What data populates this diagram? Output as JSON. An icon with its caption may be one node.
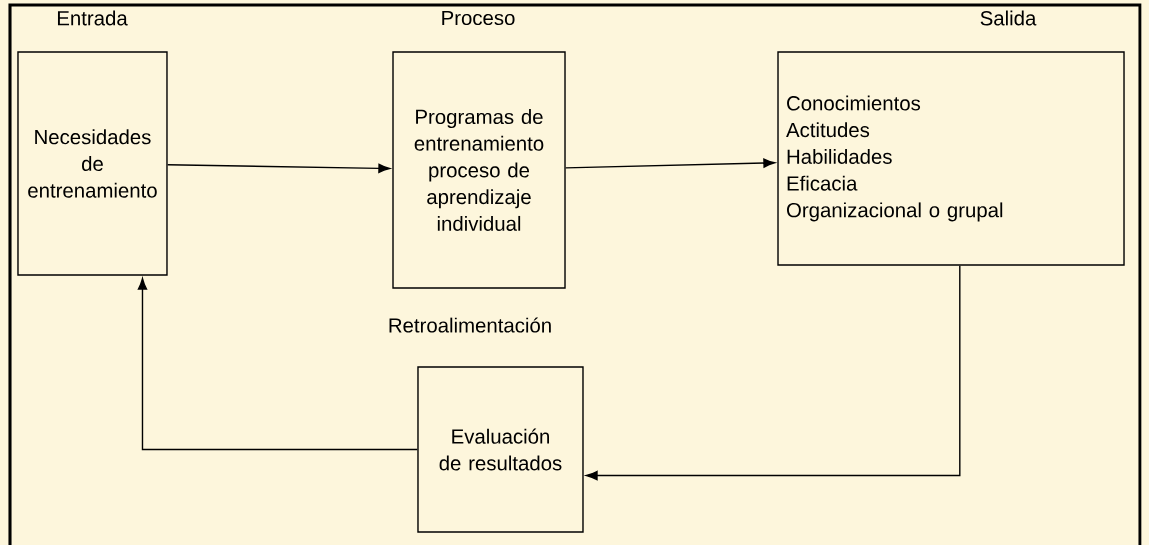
{
  "diagram": {
    "nodes": [
      {
        "text": [
          "Entrada",
          "Necesidades de entrenamiento"
        ]
      },
      {
        "text": [
          "Proceso",
          "Programas de entrenamiento proceso de aprendizaje individual"
        ]
      },
      {
        "text": [
          "Salida",
          "Conocimientos",
          "Actitudes",
          "Habilidades",
          "Eficacia",
          "Organizacional o grupal"
        ]
      },
      {
        "text": [
          "Retroalimentación",
          "Evaluación de resultados"
        ]
      }
    ],
    "edges": [
      {
        "from": 0,
        "to": 1,
        "arrow": "to"
      },
      {
        "from": 1,
        "to": 2,
        "arrow": "to"
      },
      {
        "from": 2,
        "to": 3,
        "arrow": "to"
      },
      {
        "from": 3,
        "to": 0,
        "arrow": "to"
      }
    ]
  }
}
